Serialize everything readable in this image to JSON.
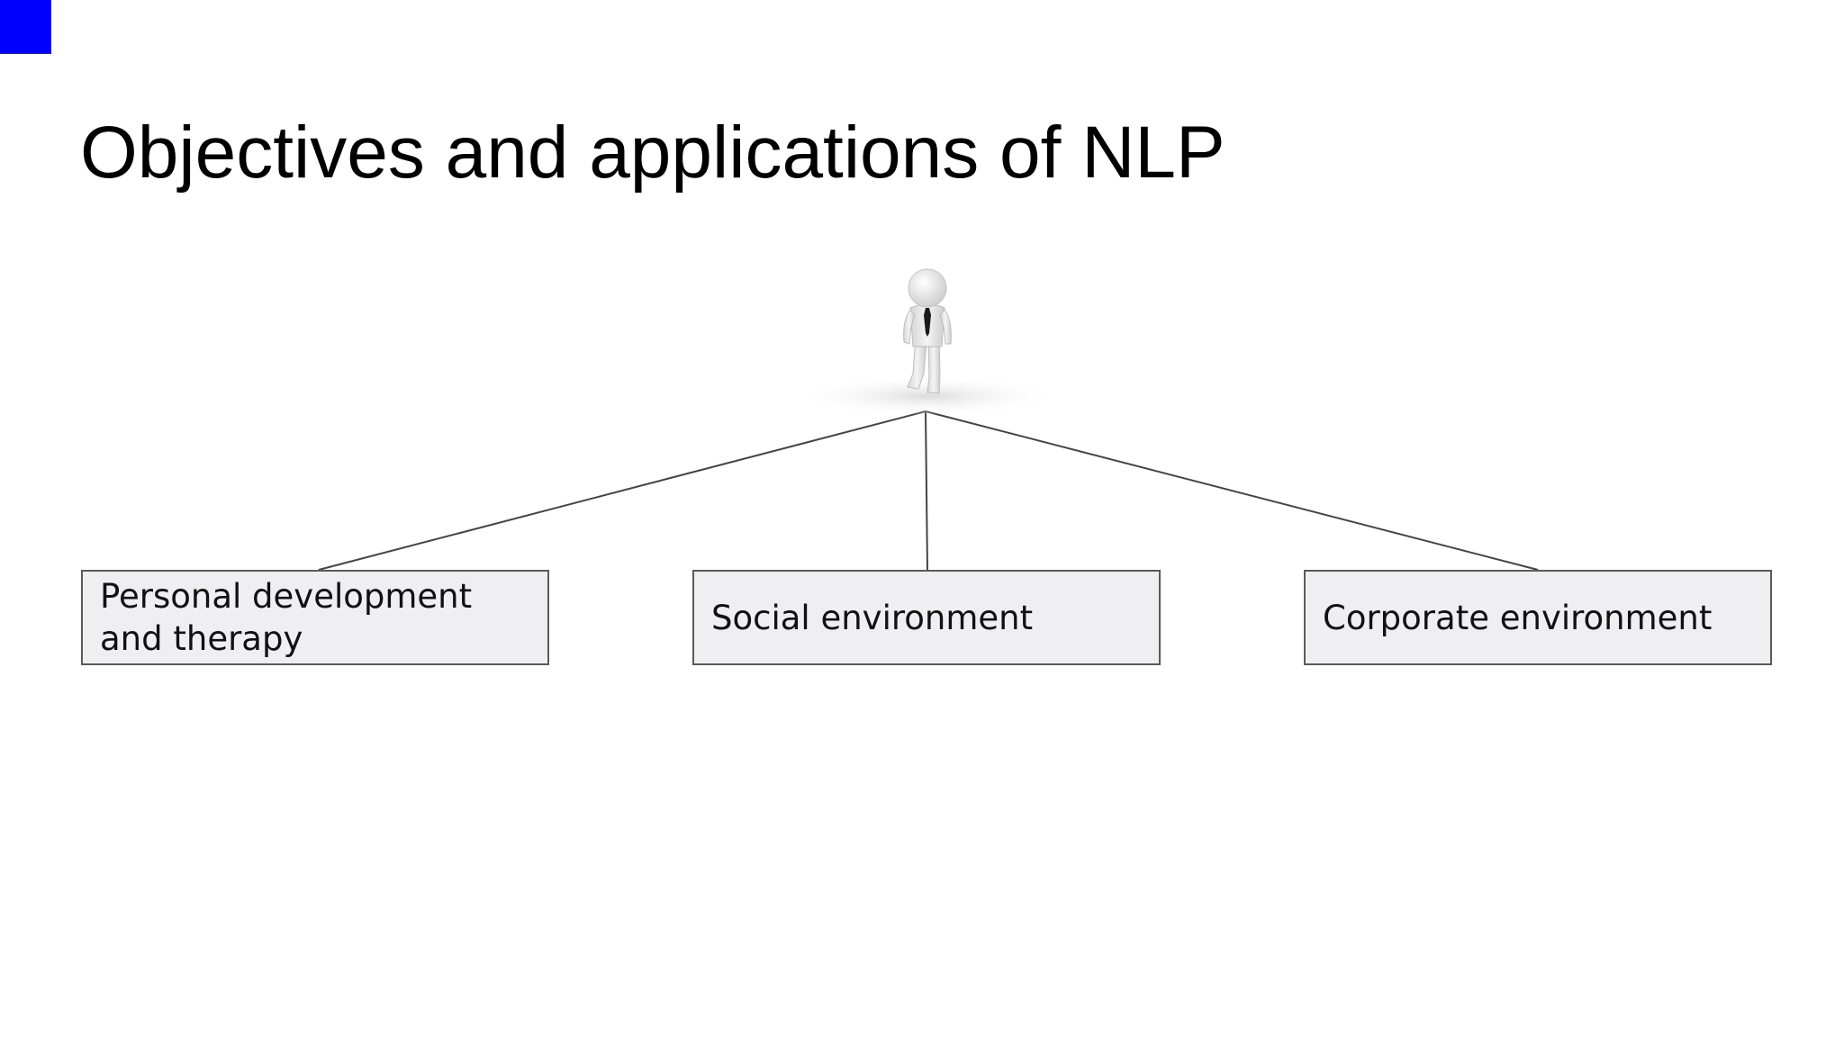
{
  "slide": {
    "title": "Objectives and applications of NLP",
    "accent_color": "#0000ff"
  },
  "diagram": {
    "root": {
      "icon": "walking-person-icon"
    },
    "branches": [
      {
        "label": "Personal development\nand therapy"
      },
      {
        "label": "Social environment"
      },
      {
        "label": "Corporate environment"
      }
    ],
    "box_fill": "#efeef0",
    "line_color": "#444444"
  }
}
